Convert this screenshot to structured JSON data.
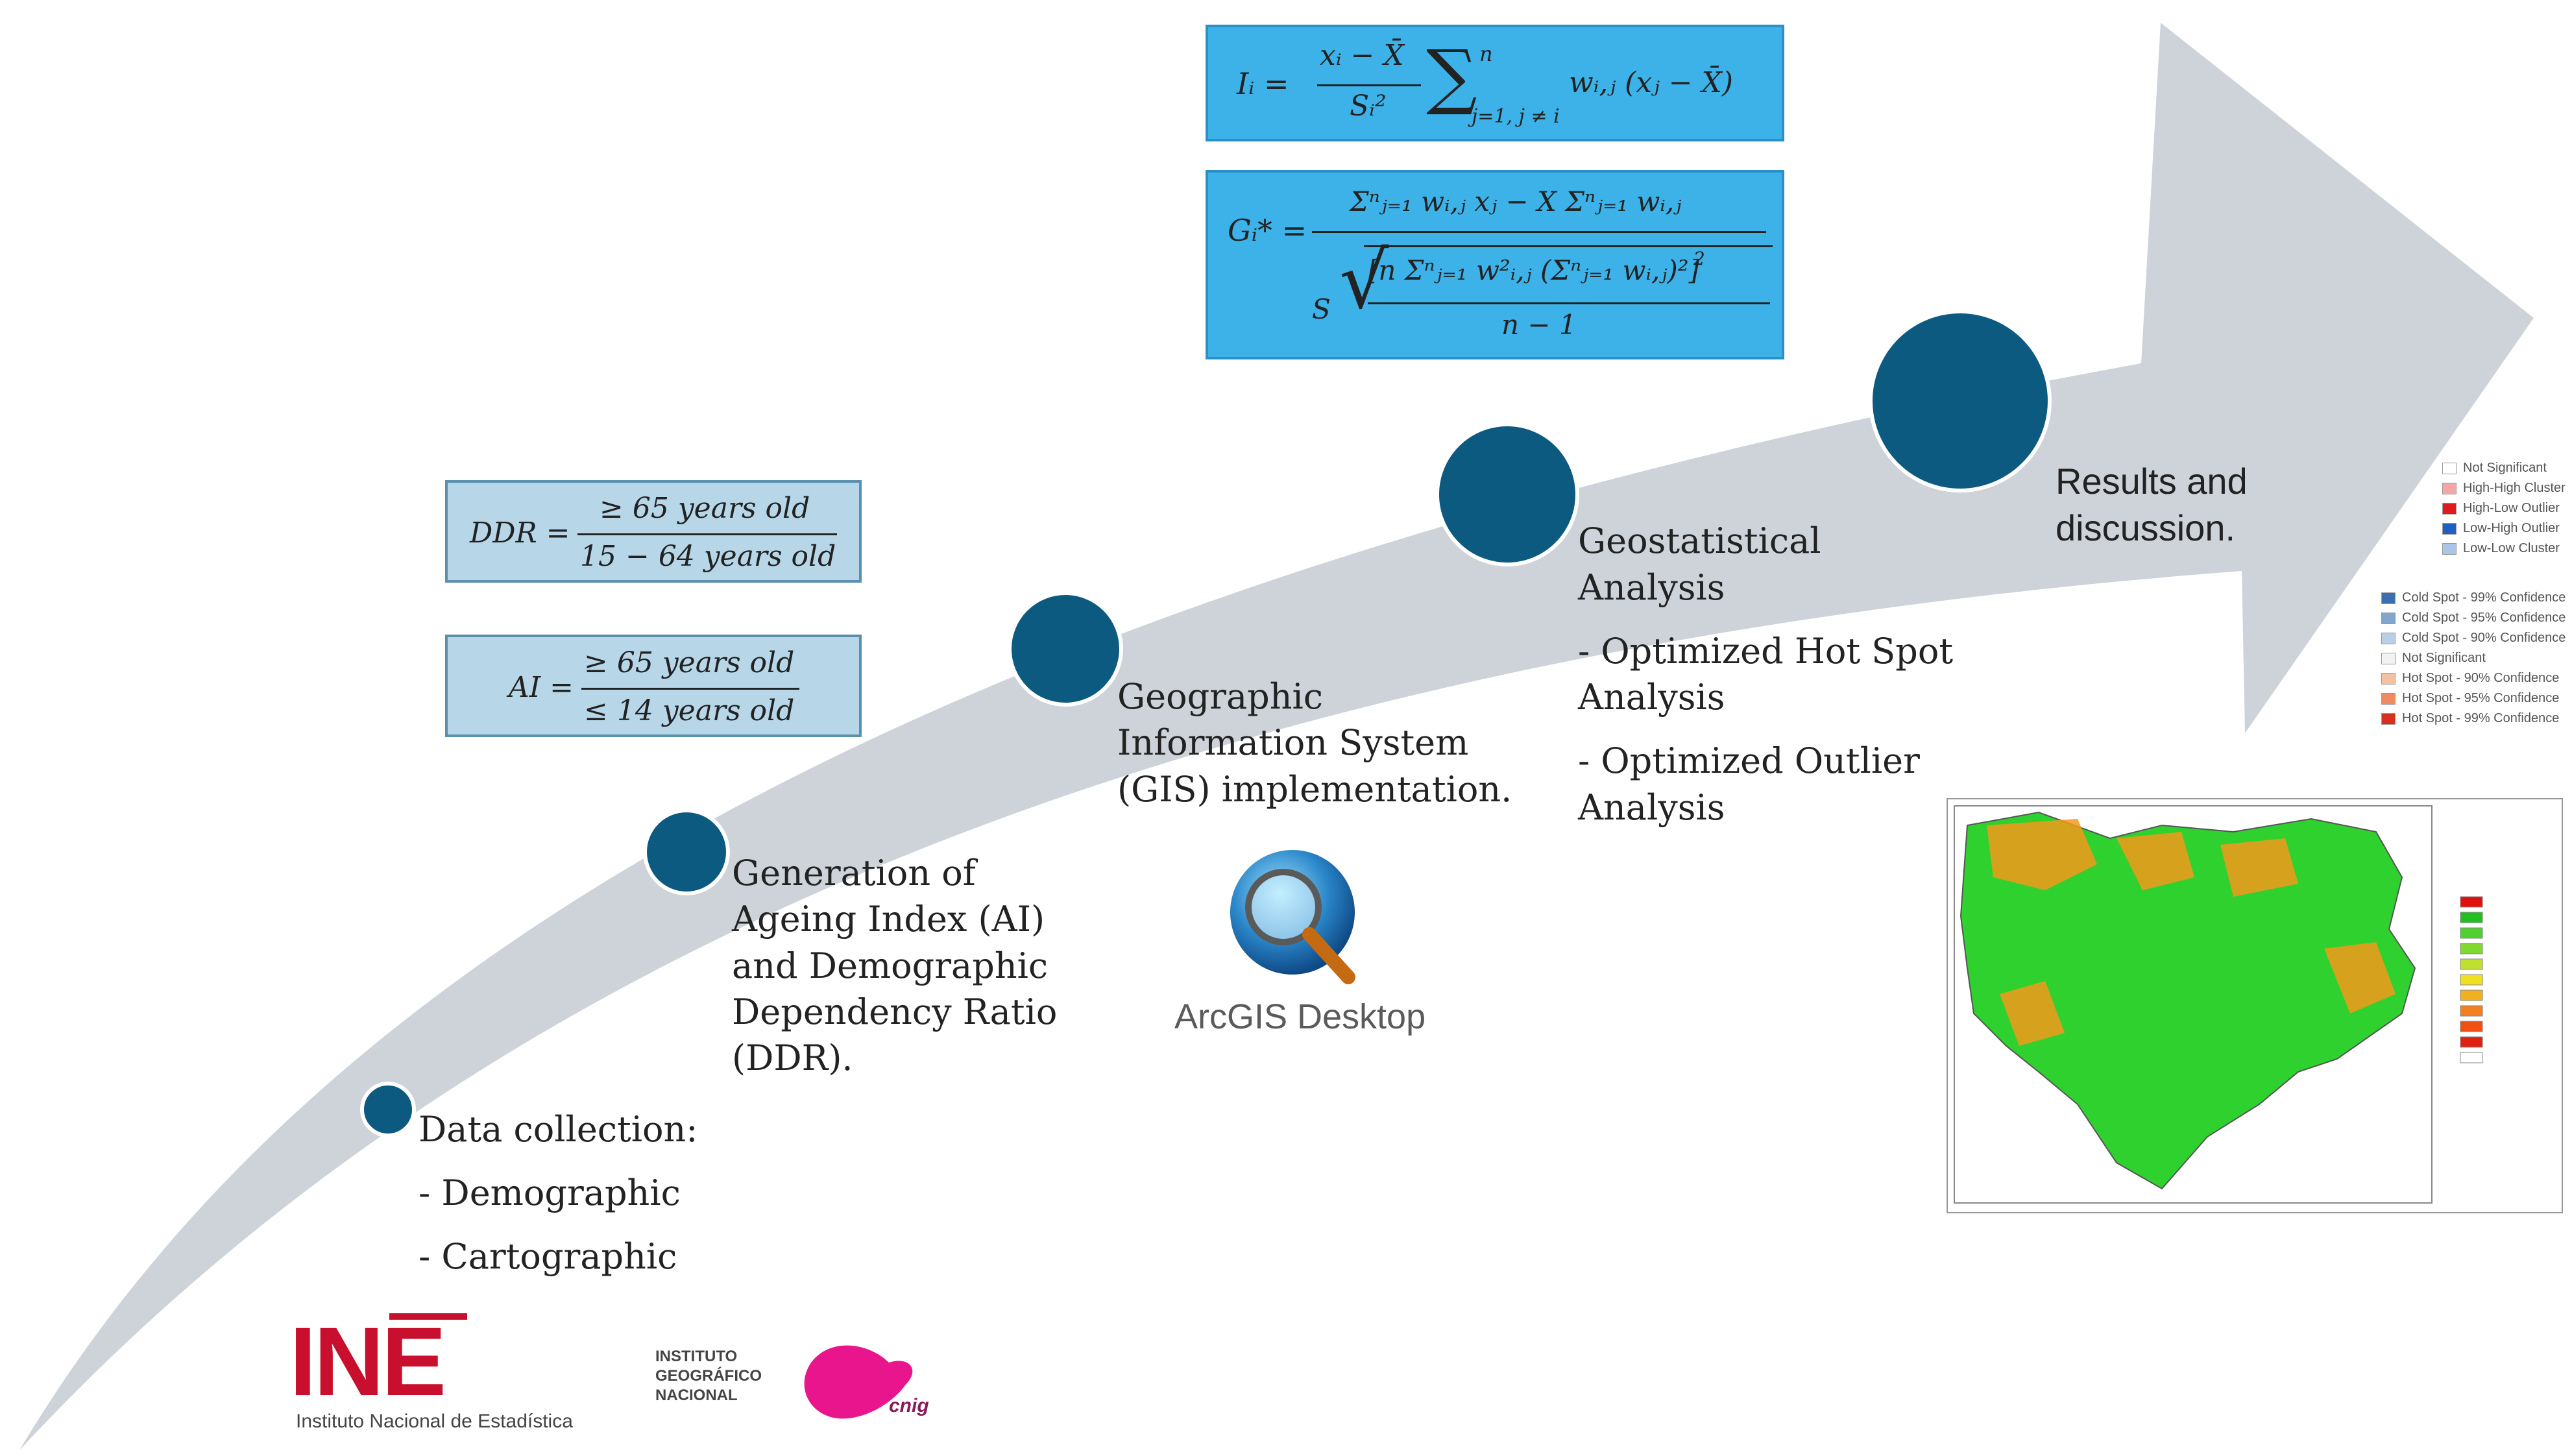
{
  "stages": [
    {
      "title": "Data collection:",
      "items": [
        "- Demographic",
        "- Cartographic"
      ]
    },
    {
      "title": "Generation of\nAgeing Index (AI)\nand Demographic\nDependency Ratio\n(DDR).",
      "items": []
    },
    {
      "title": "Geographic\nInformation System\n(GIS) implementation.",
      "items": []
    },
    {
      "title": "Geostatistical\nAnalysis",
      "items": [
        "- Optimized Hot Spot\nAnalysis",
        "- Optimized Outlier\nAnalysis"
      ]
    },
    {
      "title": "Results and\ndiscussion.",
      "items": []
    }
  ],
  "formulas": {
    "ddr": {
      "lhs": "DDR =",
      "numerator": "≥ 65 years old",
      "denominator": "15 − 64 years old"
    },
    "ai": {
      "lhs": "AI =",
      "numerator": "≥ 65 years old",
      "denominator": "≤ 14 years old"
    },
    "moran": {
      "lhs": "Iᵢ =",
      "frac_num": "xᵢ − X̄",
      "frac_den": "Sᵢ²",
      "sum_top": "n",
      "sum_bottom": "j=1, j ≠ i",
      "term": "wᵢ,ⱼ (xⱼ − X̄)"
    },
    "getis": {
      "lhs": "Gᵢ* =",
      "numerator": "Σⁿⱼ₌₁ wᵢ,ⱼ xⱼ − X Σⁿⱼ₌₁ wᵢ,ⱼ",
      "den_s": "S",
      "den_inner": "[n Σⁿⱼ₌₁ w²ᵢ,ⱼ (Σⁿⱼ₌₁ wᵢ,ⱼ)²]",
      "den_sup": "2",
      "den_under": "n − 1"
    }
  },
  "software": {
    "label": "ArcGIS Desktop",
    "icon": "globe-magnifier-icon"
  },
  "logos": {
    "ine": {
      "mark": "INE",
      "subtitle": "Instituto Nacional de Estadística",
      "color": "#c8102e"
    },
    "ign": {
      "lines": [
        "INSTITUTO",
        "GEOGRÁFICO",
        "NACIONAL"
      ],
      "cnig": "cnig",
      "color": "#e8158c"
    }
  },
  "legend_outlier": [
    {
      "label": "Not Significant",
      "color": "#ffffff"
    },
    {
      "label": "High-High Cluster",
      "color": "#f4a7a7"
    },
    {
      "label": "High-Low Outlier",
      "color": "#e01b1b"
    },
    {
      "label": "Low-High Outlier",
      "color": "#1f5fc4"
    },
    {
      "label": "Low-Low Cluster",
      "color": "#a9c6e8"
    }
  ],
  "legend_hotspot": [
    {
      "label": "Cold Spot - 99% Confidence",
      "color": "#3a6fb0"
    },
    {
      "label": "Cold Spot - 95% Confidence",
      "color": "#7ea6cf"
    },
    {
      "label": "Cold Spot - 90% Confidence",
      "color": "#b9cfe5"
    },
    {
      "label": "Not Significant",
      "color": "#f2f2f2"
    },
    {
      "label": "Hot Spot - 90% Confidence",
      "color": "#f5c0a3"
    },
    {
      "label": "Hot Spot - 95% Confidence",
      "color": "#ef8a62"
    },
    {
      "label": "Hot Spot - 99% Confidence",
      "color": "#d7301f"
    }
  ],
  "map_legend_colors": [
    "#e01010",
    "#20c020",
    "#50d030",
    "#80d830",
    "#c0e030",
    "#f0e020",
    "#f0b020",
    "#f08020",
    "#f05010",
    "#e02010",
    "#ffffff"
  ],
  "colors": {
    "arrow": "#cdd3d8",
    "node": "#0d5a80",
    "node_outline": "#ffffff",
    "map_green": "#2fd12f",
    "map_orange": "#f39a1a",
    "map_sea": "#ffffff"
  }
}
